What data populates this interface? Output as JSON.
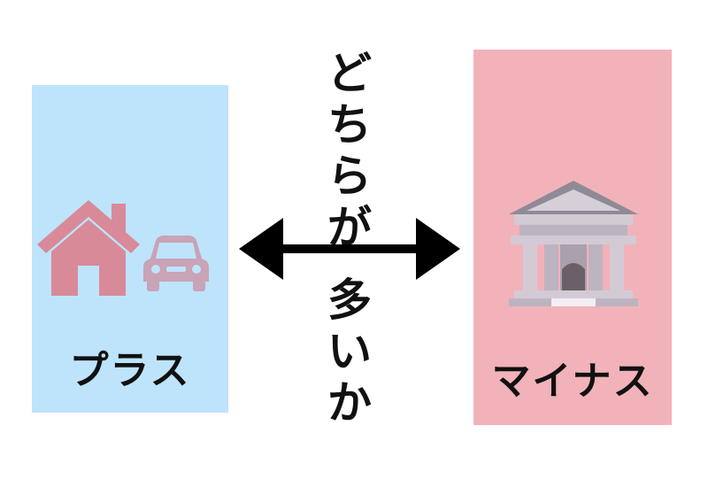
{
  "plus_panel": {
    "label": "プラス",
    "color": "#bde4fb",
    "icons": [
      "house-icon",
      "car-icon"
    ]
  },
  "minus_panel": {
    "label": "マイナス",
    "color": "#f2b2ba",
    "icons": [
      "bank-icon"
    ]
  },
  "center": {
    "question_top": [
      "ど",
      "ち",
      "ら",
      "が"
    ],
    "question_bottom": [
      "多",
      "い",
      "か"
    ]
  },
  "arrow": {
    "icon": "double-arrow-icon",
    "color": "#000000"
  }
}
